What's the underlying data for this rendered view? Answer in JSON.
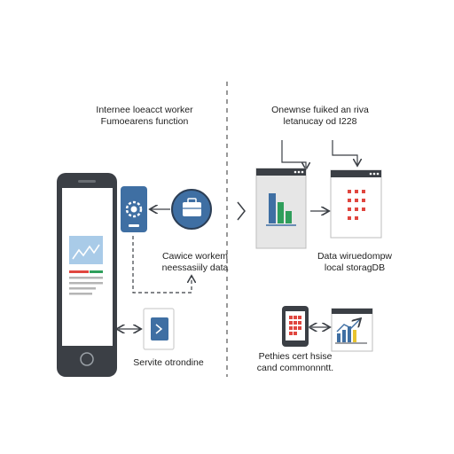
{
  "left_panel": {
    "title_lines": [
      "Internee loeacct worker",
      "Fumoearens function"
    ],
    "caption_mid": [
      "Cawice workem",
      "neessasiily data"
    ],
    "caption_bottom": "Servite otrondine",
    "icons": {
      "phone": "smartphone-icon",
      "gear": "gear-service-icon",
      "briefcase": "briefcase-icon",
      "card": "service-card-icon"
    }
  },
  "right_panel": {
    "title_lines": [
      "Onewnse fuiked an riva",
      "letanucay od I228"
    ],
    "caption_mid": [
      "Data wiruedompw",
      "local storagDB"
    ],
    "caption_bottom": [
      "Pethies cert hsise",
      "cand commonnntt."
    ],
    "icons": {
      "bar_window": "bar-chart-window-icon",
      "grid_window": "grid-window-icon",
      "mini_phone": "mini-phone-icon",
      "chart_window": "line-chart-window-icon",
      "chevron": "chevron-right-icon"
    }
  },
  "colors": {
    "dark": "#3b3f45",
    "blue": "#3f6fa3",
    "light_blue": "#a9cbe8",
    "red": "#e0463f",
    "green": "#2f9e5b",
    "yellow": "#e8c42f",
    "gray_window": "#e6e6e6"
  }
}
